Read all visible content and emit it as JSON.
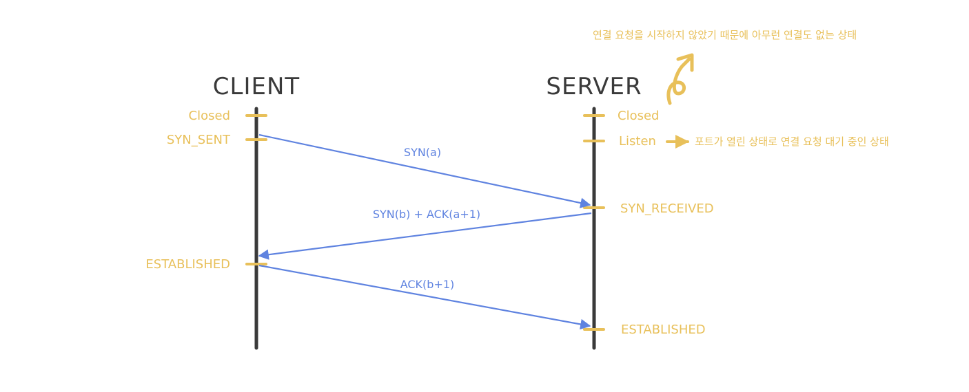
{
  "parties": {
    "client": "CLIENT",
    "server": "SERVER"
  },
  "client_states": {
    "closed": "Closed",
    "syn_sent": "SYN_SENT",
    "established": "ESTABLISHED"
  },
  "server_states": {
    "closed": "Closed",
    "listen": "Listen",
    "syn_received": "SYN_RECEIVED",
    "established": "ESTABLISHED"
  },
  "messages": {
    "syn": "SYN(a)",
    "syn_ack": "SYN(b) + ACK(a+1)",
    "ack": "ACK(b+1)"
  },
  "notes": {
    "closed_note": "연결 요청을 시작하지 않았기 때문에 아무런 연결도 없는 상태",
    "listen_note": "포트가 열린 상태로 연결 요청 대기 중인 상태"
  },
  "colors": {
    "lifeline": "#3a3a3a",
    "state": "#e8c05a",
    "message": "#5f83e0"
  }
}
